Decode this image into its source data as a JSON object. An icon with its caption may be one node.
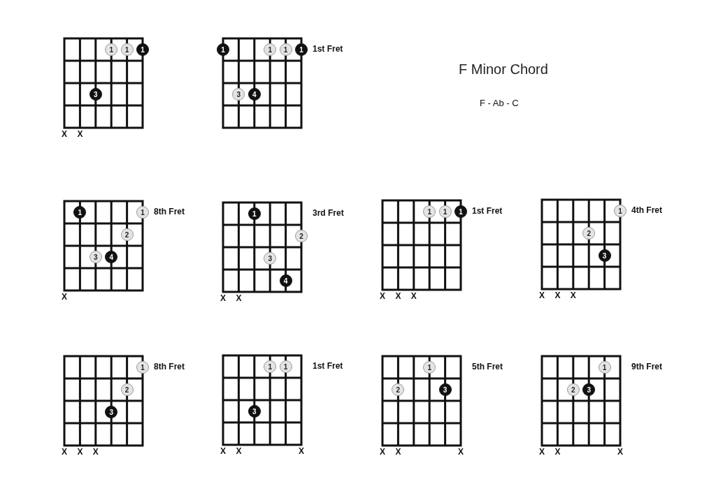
{
  "diagram": {
    "title": "F Minor Chord",
    "nodes": [
      {
        "text": [
          "1"
        ]
      },
      {
        "text": [
          "1"
        ]
      },
      {
        "text": [
          "1"
        ]
      },
      {
        "text": [
          "3"
        ]
      },
      {
        "text": [
          "1"
        ]
      },
      {
        "text": [
          "1"
        ]
      },
      {
        "text": [
          "1"
        ]
      },
      {
        "text": [
          "1"
        ]
      },
      {
        "text": [
          "3"
        ]
      },
      {
        "text": [
          "4"
        ]
      },
      {
        "text": [
          "1"
        ]
      },
      {
        "text": [
          "1"
        ]
      },
      {
        "text": [
          "2"
        ]
      },
      {
        "text": [
          "3"
        ]
      },
      {
        "text": [
          "4"
        ]
      },
      {
        "text": [
          "1"
        ]
      },
      {
        "text": [
          "2"
        ]
      },
      {
        "text": [
          "3"
        ]
      },
      {
        "text": [
          "4"
        ]
      },
      {
        "text": [
          "1"
        ]
      },
      {
        "text": [
          "1"
        ]
      },
      {
        "text": [
          "1"
        ]
      },
      {
        "text": [
          "1"
        ]
      },
      {
        "text": [
          "2"
        ]
      },
      {
        "text": [
          "3"
        ]
      },
      {
        "text": [
          "1"
        ]
      },
      {
        "text": [
          "2"
        ]
      },
      {
        "text": [
          "3"
        ]
      },
      {
        "text": [
          "1"
        ]
      },
      {
        "text": [
          "1"
        ]
      },
      {
        "text": [
          "3"
        ]
      },
      {
        "text": [
          "1"
        ]
      },
      {
        "text": [
          "2"
        ]
      },
      {
        "text": [
          "3"
        ]
      },
      {
        "text": [
          "1"
        ]
      },
      {
        "text": [
          "2"
        ]
      },
      {
        "text": [
          "3"
        ]
      }
    ],
    "labels": [
      "1st Fret",
      "F - Ab - C",
      "X",
      "X",
      "8th Fret",
      "3rd Fret",
      "1st Fret",
      "4th Fret",
      "X",
      "X",
      "X",
      "X",
      "X",
      "X",
      "X",
      "X",
      "X",
      "8th Fret",
      "1st Fret",
      "5th Fret",
      "9th Fret",
      "X",
      "X",
      "X",
      "X",
      "X",
      "X",
      "X",
      "X",
      "X",
      "X",
      "X",
      "X"
    ]
  }
}
